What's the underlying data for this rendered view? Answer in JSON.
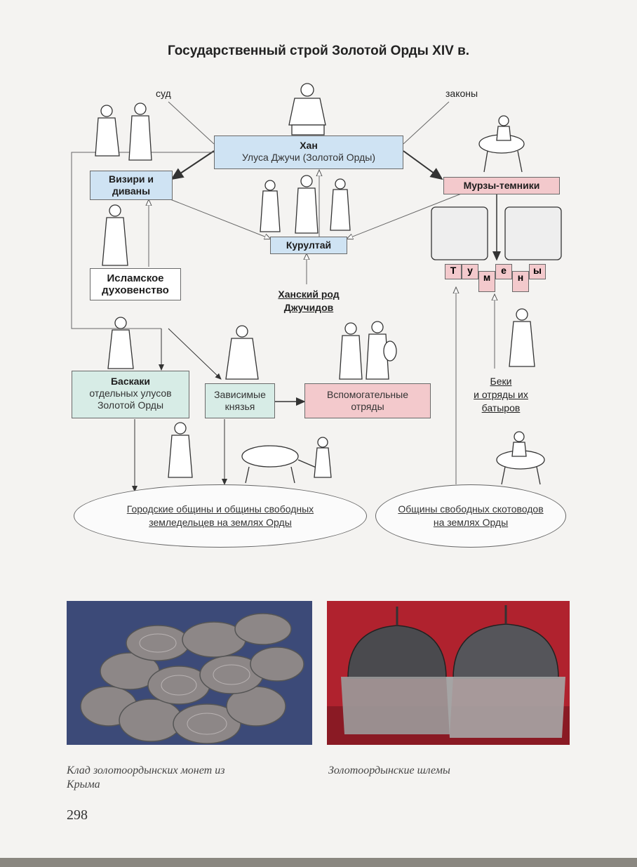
{
  "title": "Государственный строй Золотой Орды XIV в.",
  "labels": {
    "court": "суд",
    "laws": "законы",
    "khan_clan_1": "Ханский род",
    "khan_clan_2": "Джучидов",
    "beks_1": "Беки",
    "beks_2": "и отряды их",
    "beks_3": "батыров"
  },
  "boxes": {
    "khan_title": "Хан",
    "khan_sub": "Улуса Джучи (Золотой Орды)",
    "viziers_1": "Визири и",
    "viziers_2": "диваны",
    "kurultai": "Курултай",
    "murzas": "Мурзы-темники",
    "clergy_1": "Исламское",
    "clergy_2": "духовенство",
    "baskaks_title": "Баскаки",
    "baskaks_sub_1": "отдельных улусов",
    "baskaks_sub_2": "Золотой Орды",
    "princes_1": "Зависимые",
    "princes_2": "князья",
    "aux_1": "Вспомогательные",
    "aux_2": "отряды"
  },
  "tumens_letters": [
    "Т",
    "у",
    "м",
    "е",
    "н",
    "ы"
  ],
  "ellipses": {
    "city_1": "Городские общины и общины свободных",
    "city_2": "земледельцев на землях Орды",
    "herders_1": "Общины свободных скотоводов",
    "herders_2": "на землях Орды"
  },
  "captions": {
    "coins_1": "Клад золотоордынских монет из",
    "coins_2": "Крыма",
    "helmets": "Золотоордынские шлемы"
  },
  "page_number": "298",
  "colors": {
    "blue_box": "#cfe3f3",
    "pink_box": "#f3c9cc",
    "green_box": "#d7ece6",
    "coins_bg": "#3c4a78",
    "helmets_bg": "#b0222e"
  },
  "icons": [
    "figure-icon",
    "horseman-icon",
    "plow-icon",
    "coins-photo",
    "helmets-photo"
  ]
}
